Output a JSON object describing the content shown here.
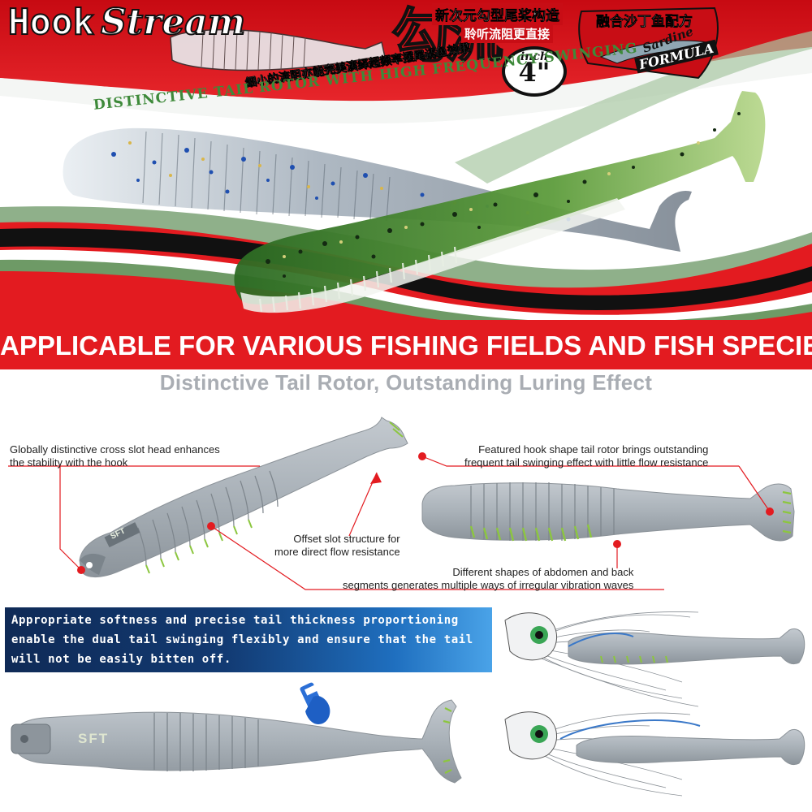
{
  "header": {
    "brand_word_1": "Hook",
    "brand_word_2": "Stream",
    "cn_name": "勾流",
    "cn_slogan_1": "新次元勾型尾桨构造",
    "cn_slogan_2": "聆听流阻更直接",
    "cn_curve": "细小的流阻亦能完美演绎超频率摆尾诱鱼效果",
    "size_unit": "inch",
    "size_value": "4\"",
    "formula_cn": "融合沙丁鱼配方",
    "formula_en_1": "Sardine",
    "formula_en_2": "FORMULA"
  },
  "hero": {
    "tail_tagline": "DISTINCTIVE TAIL ROTOR WITH HIGH FREQUENCY SWINGING"
  },
  "banner": {
    "text": "APPLICABLE FOR VARIOUS FISHING FIELDS AND FISH SPECIES"
  },
  "features": {
    "title": "Distinctive Tail Rotor, Outstanding Luring Effect",
    "callout_head_1": "Globally distinctive cross slot head enhances",
    "callout_head_2": "the stability with the hook",
    "callout_tail_1": "Featured hook shape tail rotor brings outstanding",
    "callout_tail_2": "frequent tail swinging effect with little flow resistance",
    "callout_offset_1": "Offset slot structure for",
    "callout_offset_2": "more direct flow resistance",
    "callout_segments_1": "Different shapes of abdomen and back",
    "callout_segments_2": "segments generates multiple ways of irregular vibration waves",
    "body_logo": "SFT"
  },
  "info": {
    "line_1": "Appropriate softness and precise tail thickness proportioning",
    "line_2": "enable the dual tail swinging flexibly and ensure that the tail",
    "line_3": "will not be easily bitten off."
  },
  "colors": {
    "brand_red": "#e31b20",
    "lure_green": "#5a9a3a",
    "lure_grey": "#a9b1b8",
    "accent_green": "#8cc63f"
  },
  "icons": {
    "press_hand": "pointing-hand-icon"
  }
}
